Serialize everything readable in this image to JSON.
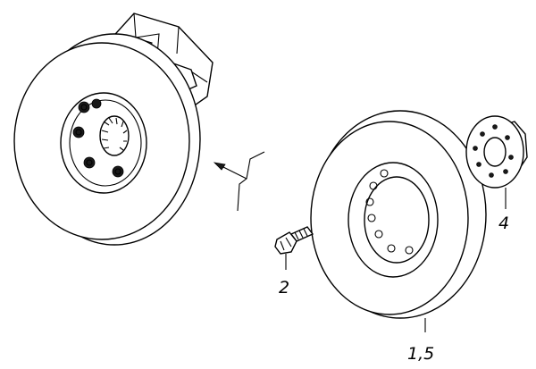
{
  "callouts": {
    "pulley_label": "1,5",
    "bolt_label": "2",
    "hub_label": "4"
  },
  "colors": {
    "line": "#000000",
    "fill": "#ffffff"
  }
}
